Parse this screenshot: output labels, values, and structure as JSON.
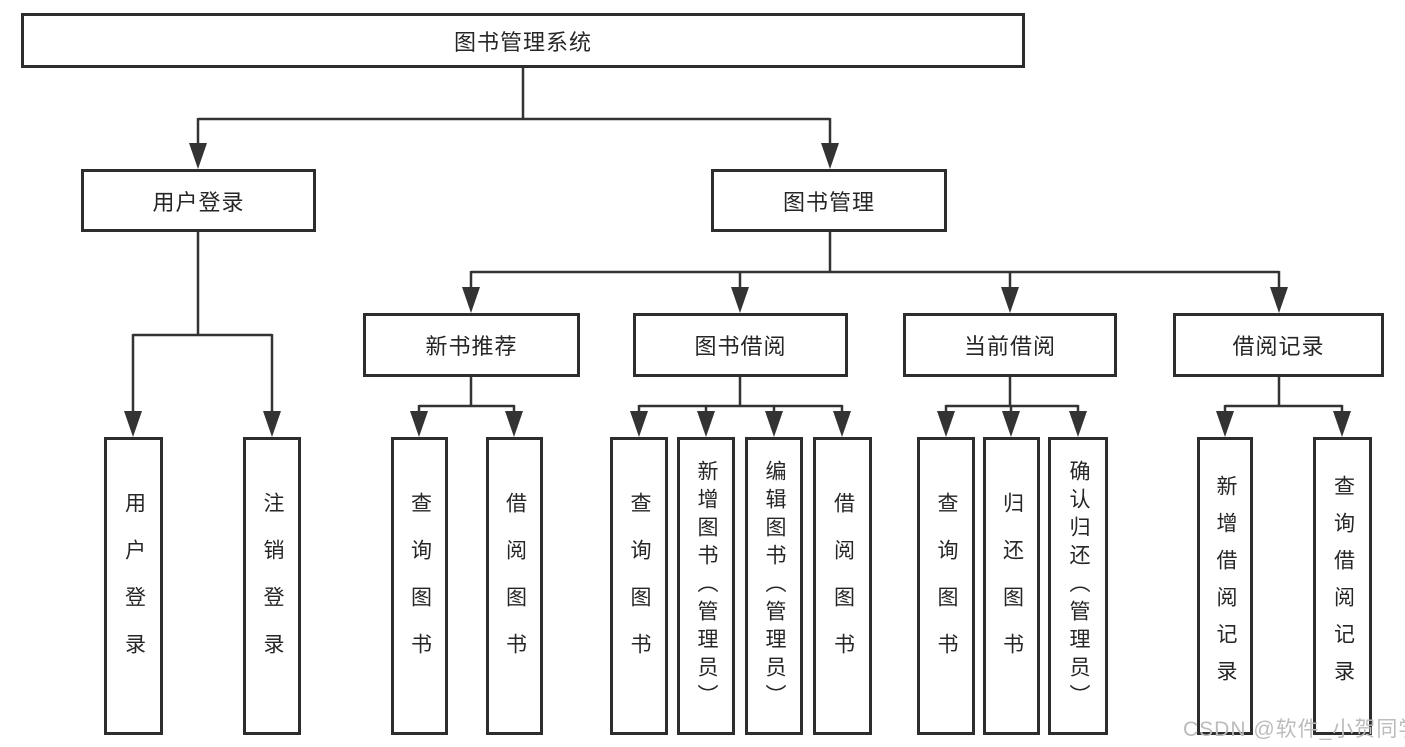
{
  "diagram": {
    "type": "hierarchy-tree",
    "root": "图书管理系统",
    "level2": [
      "用户登录",
      "图书管理"
    ],
    "level3": [
      "新书推荐",
      "图书借阅",
      "当前借阅",
      "借阅记录"
    ],
    "leaves": {
      "user_login": [
        "用户登录",
        "注销登录"
      ],
      "new_book": [
        "查询图书",
        "借阅图书"
      ],
      "book_borrow": [
        "查询图书",
        "新增图书（管理员）",
        "编辑图书（管理员）",
        "借阅图书"
      ],
      "current_borrow": [
        "查询图书",
        "归还图书",
        "确认归还（管理员）"
      ],
      "borrow_record": [
        "新增借阅记录",
        "查询借阅记录"
      ]
    },
    "colors": {
      "line": "#333333",
      "box_border": "#2d2d2d",
      "text": "#262626",
      "background": "#ffffff",
      "watermark": "#bcbcbc"
    }
  },
  "watermark": "CSDN @软件_小贺同学"
}
